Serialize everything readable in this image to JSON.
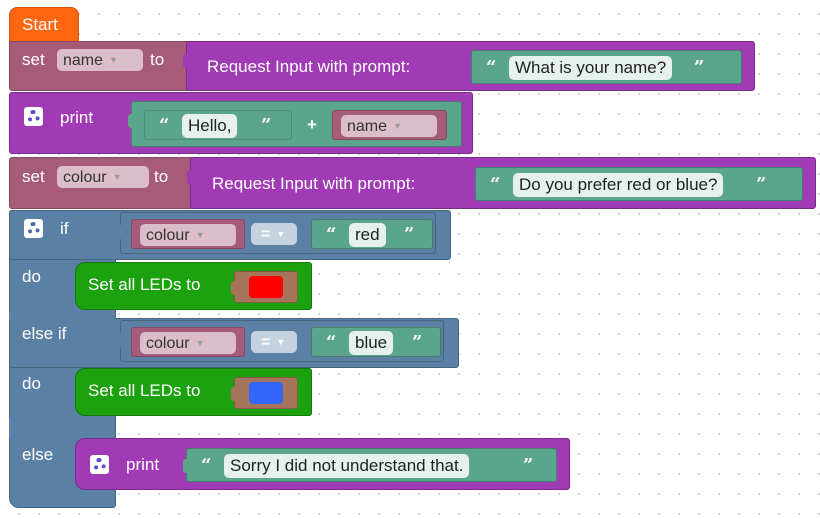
{
  "start": {
    "label": "Start"
  },
  "set_name": {
    "set_label": "set",
    "variable": "name",
    "to_label": "to",
    "request_label": "Request Input with prompt:",
    "prompt": "What is your name?"
  },
  "print_hello": {
    "label": "print",
    "string": "Hello,",
    "plus": "+",
    "variable": "name"
  },
  "set_colour": {
    "set_label": "set",
    "variable": "colour",
    "to_label": "to",
    "request_label": "Request Input with prompt:",
    "prompt": "Do you prefer red or blue?"
  },
  "if_block": {
    "if_label": "if",
    "cond1": {
      "variable": "colour",
      "operator": "=",
      "value": "red"
    },
    "do1_label": "do",
    "led1": {
      "label": "Set all LEDs to",
      "color": "#ff0000"
    },
    "elseif_label": "else if",
    "cond2": {
      "variable": "colour",
      "operator": "=",
      "value": "blue"
    },
    "do2_label": "do",
    "led2": {
      "label": "Set all LEDs to",
      "color": "#3366ff"
    },
    "else_label": "else",
    "print_else": {
      "label": "print",
      "string": "Sorry I did not understand that."
    }
  },
  "glyphs": {
    "open_quote": "“",
    "close_quote": "”",
    "dropdown_arrow": "▼"
  },
  "colors": {
    "purple": "#a03bb5",
    "maroon": "#a65b79",
    "steel": "#5b80a5",
    "green": "#1ca10f",
    "teal": "#5ba58c",
    "orange": "#ff6610"
  }
}
